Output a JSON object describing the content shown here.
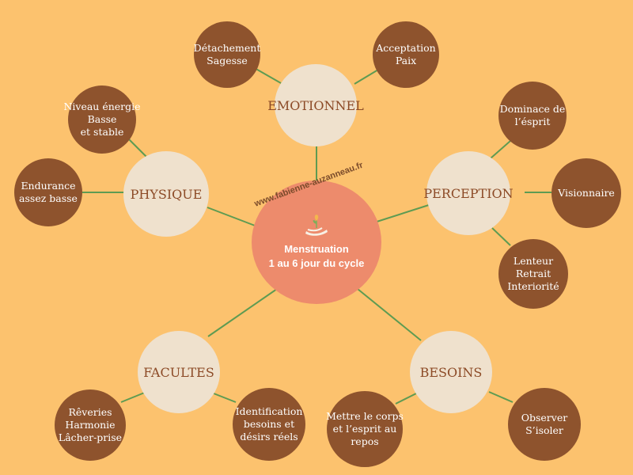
{
  "watermark": "www.fabienne-auzanneau.fr",
  "center": {
    "line1": "Menstruation",
    "line2": "1 au 6 jour du cycle",
    "logo": "hand-flower-icon"
  },
  "categories": {
    "emotionnel": "EMOTIONNEL",
    "physique": "PHYSIQUE",
    "perception": "PERCEPTION",
    "facultes": "FACULTES",
    "besoins": "BESOINS"
  },
  "leaves": {
    "detachement": [
      "Détachement",
      "Sagesse"
    ],
    "acceptation": [
      "Acceptation",
      "Paix"
    ],
    "niveau": [
      "Niveau énergie",
      "Basse",
      "et stable"
    ],
    "endurance": [
      "Endurance",
      "assez basse"
    ],
    "dominace": [
      "Dominace de",
      "l’ésprit"
    ],
    "visionnaire": [
      "Visionnaire"
    ],
    "lenteur": [
      "Lenteur",
      "Retrait",
      "Interiorité"
    ],
    "reveries": [
      "Rêveries",
      "Harmonie",
      "Lâcher-prise"
    ],
    "identification": [
      "Identification",
      "besoins et",
      "désirs réels"
    ],
    "mettre": [
      "Mettre le corps",
      "et l’esprit au",
      "repos"
    ],
    "observer": [
      "Observer",
      "S’isoler"
    ]
  },
  "colors": {
    "background": "#fcc26e",
    "center": "#ed8b6c",
    "category": "#efe1cd",
    "leaf": "#8e532d",
    "connector": "#5e9b52"
  }
}
